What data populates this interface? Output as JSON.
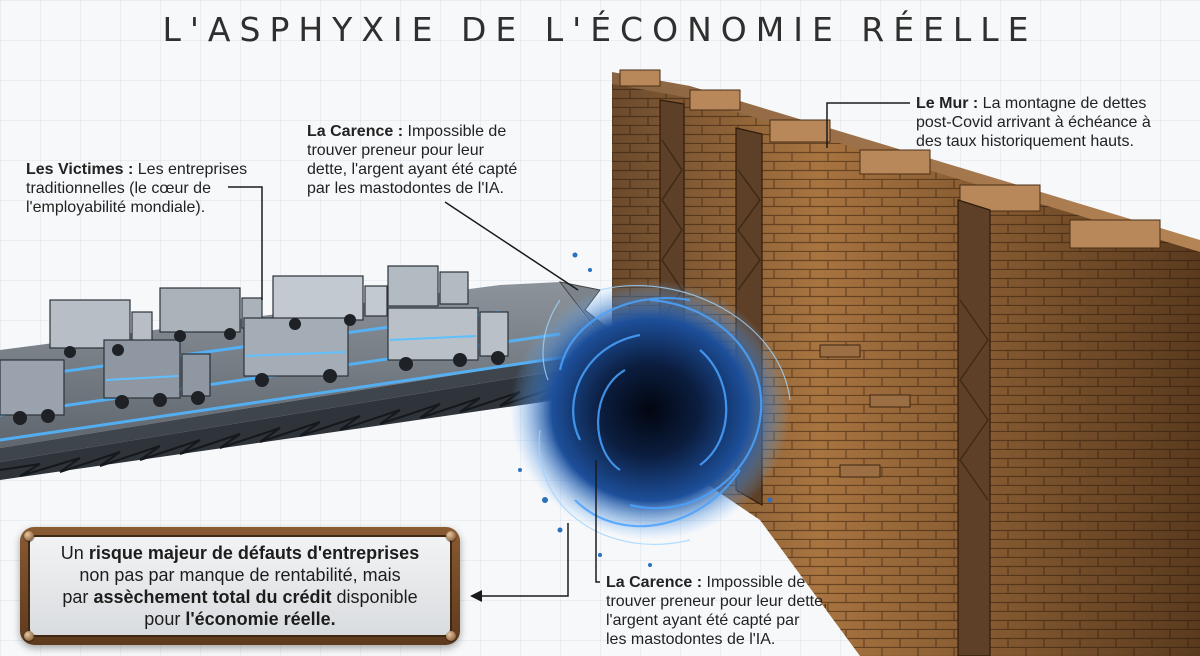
{
  "title": "L'ASPHYXIE DE L'ÉCONOMIE RÉELLE",
  "callouts": {
    "victims": {
      "label": "Les Victimes :",
      "lines": [
        "Les entreprises",
        "traditionnelles (le cœur de",
        "l'employabilité mondiale)."
      ]
    },
    "shortage_top": {
      "label": "La Carence :",
      "lines": [
        "Impossible de",
        "trouver preneur pour leur",
        "dette, l'argent ayant été capté",
        "par les mastodontes de l'IA."
      ]
    },
    "wall": {
      "label": "Le Mur :",
      "lines": [
        "La montagne de dettes",
        "post-Covid arrivant à échéance à",
        "des taux historiquement hauts."
      ]
    },
    "shortage_bottom": {
      "label": "La Carence :",
      "lines": [
        "Impossible de",
        "trouver preneur pour leur dette,",
        "l'argent ayant été capté par",
        "les mastodontes de l'IA."
      ]
    }
  },
  "plaque": {
    "line1_pre": "Un ",
    "line1_bold": "risque majeur de défauts d'entreprises",
    "line2": "non pas par manque de rentabilité, mais",
    "line3_pre": "par ",
    "line3_bold": "assèchement total du crédit",
    "line3_post": " disponible",
    "line4_pre": "pour ",
    "line4_bold": "l'économie réelle."
  },
  "colors": {
    "wall_brick": "#9a6a3a",
    "vortex_blue": "#2f7fd6",
    "bridge_steel": "#4a5058",
    "plaque_frame": "#7a4e2a"
  }
}
